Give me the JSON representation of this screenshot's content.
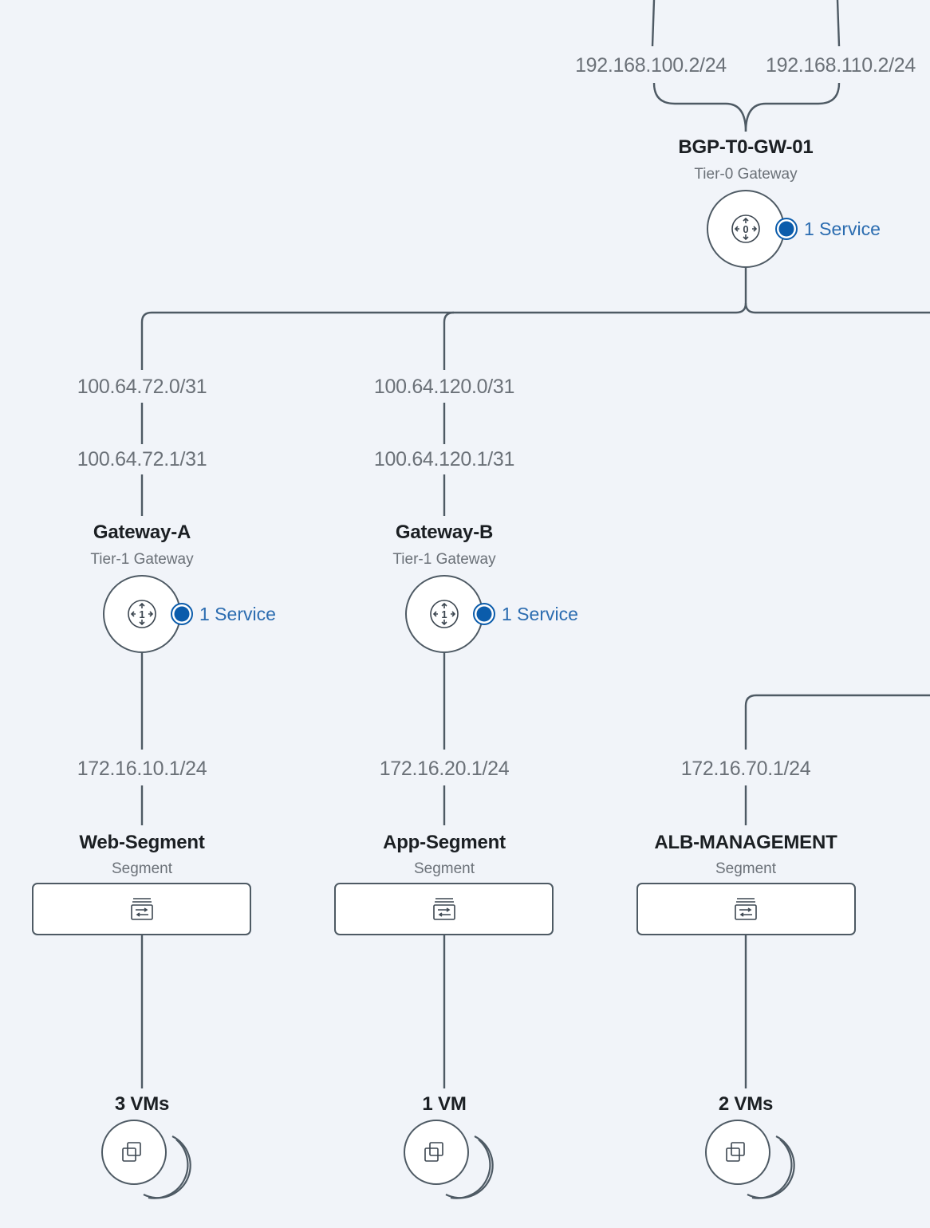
{
  "tier0": {
    "name": "BGP-T0-GW-01",
    "type": "Tier-0 Gateway",
    "service_label": "1 Service",
    "icon": "tier0-router-icon",
    "uplinks": [
      "192.168.100.2/24",
      "192.168.110.2/24"
    ]
  },
  "tier1": [
    {
      "name": "Gateway-A",
      "type": "Tier-1 Gateway",
      "service_label": "1 Service",
      "icon": "tier1-router-icon",
      "transit_t0": "100.64.72.0/31",
      "transit_t1": "100.64.72.1/31",
      "downlink": "172.16.10.1/24"
    },
    {
      "name": "Gateway-B",
      "type": "Tier-1 Gateway",
      "service_label": "1 Service",
      "icon": "tier1-router-icon",
      "transit_t0": "100.64.120.0/31",
      "transit_t1": "100.64.120.1/31",
      "downlink": "172.16.20.1/24"
    }
  ],
  "segments": [
    {
      "name": "Web-Segment",
      "type": "Segment",
      "icon": "segment-switch-icon",
      "vms": "3 VMs"
    },
    {
      "name": "App-Segment",
      "type": "Segment",
      "icon": "segment-switch-icon",
      "vms": "1 VM"
    },
    {
      "name": "ALB-MANAGEMENT",
      "type": "Segment",
      "icon": "segment-switch-icon",
      "vms": "2 VMs",
      "gateway_ip": "172.16.70.1/24"
    }
  ],
  "colors": {
    "background": "#f1f4f9",
    "line": "#4e5a64",
    "service_badge": "#0b5cab",
    "service_text": "#2b6cb0"
  }
}
